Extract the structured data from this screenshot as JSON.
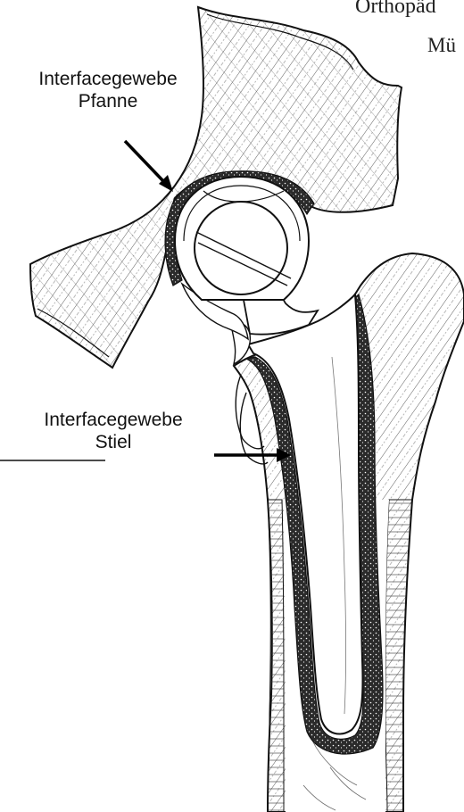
{
  "header_fragment": {
    "line1": "Orthopäd",
    "line2": "Mü"
  },
  "labels": {
    "cup_interface": {
      "line1": "Interfacegewebe",
      "line2": "Pfanne"
    },
    "stem_interface": {
      "line1": "Interfacegewebe",
      "line2": "Stiel"
    }
  },
  "colors": {
    "bone_hatch": "#4a4a4a",
    "interface_tissue": "#2b2b2b",
    "outline": "#111111"
  }
}
